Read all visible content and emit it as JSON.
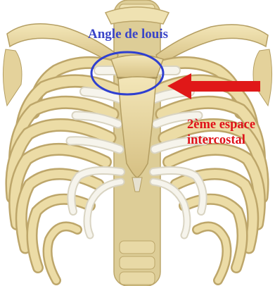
{
  "labels": {
    "angle": "Angle de louis",
    "espace_line1": "2ème espace",
    "espace_line2": "intercostal"
  },
  "colors": {
    "angle_label": "#3a45c8",
    "angle_marker": "#2f3fd0",
    "espace_label": "#e0121a",
    "arrow": "#e01818",
    "bone_fill": "#eadba6",
    "bone_shadow": "#c9b27a",
    "cartilage": "#f2f0e8",
    "background": "#ffffff"
  },
  "annotations": [
    {
      "marker": "ellipse",
      "icon": "circle-outline-icon"
    },
    {
      "marker": "arrow",
      "icon": "arrow-left-icon"
    }
  ]
}
